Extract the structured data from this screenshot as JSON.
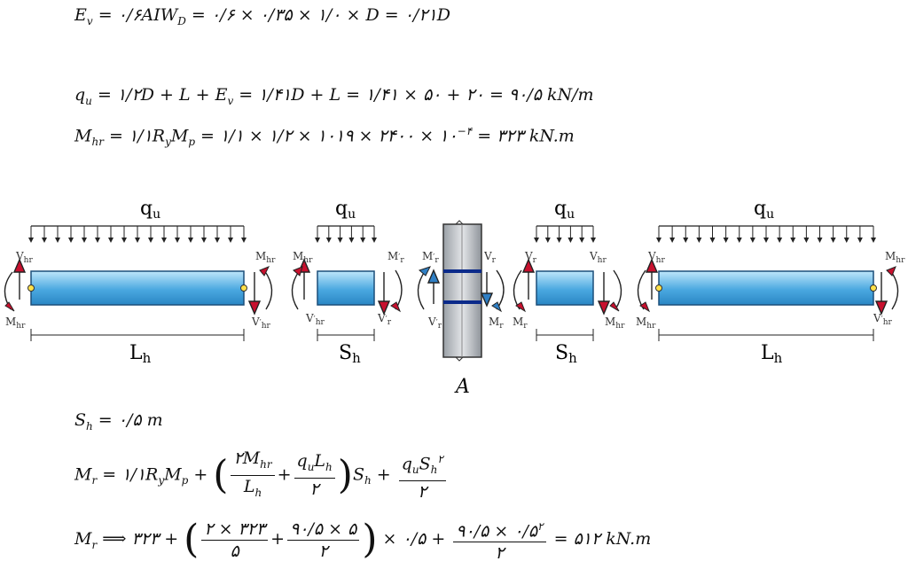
{
  "equations": {
    "ev": {
      "sym": "E",
      "sub": "v",
      "rest": " = ۰/۶AIW",
      "rest_sub": "D",
      "tail": " = ۰/۶ × ۰/۳۵ × ۱/۰ × D = ۰/۲۱D"
    },
    "qu": {
      "sym": "q",
      "sub": "u",
      "tail": " = ۱/۲D + L + E",
      "tail_sub": "v",
      "tail2": " = ۱/۴۱D + L = ۱/۴۱ × ۵۰ + ۲۰ = ۹۰/۵ kN/m"
    },
    "mhr": {
      "sym": "M",
      "sub": "hr",
      "mid": " = ۱/۱R",
      "mid_sub": "y",
      "mid2": "M",
      "mid2_sub": "p",
      "tail": " = ۱/۱ × ۱/۲ × ۱۰۱۹ × ۲۴۰۰ × ۱۰",
      "exp": "−۴",
      "tail2": " = ۳۲۳ kN.m"
    },
    "sh": {
      "sym": "S",
      "sub": "h",
      "tail": " = ۰/۵ m"
    },
    "mr1": {
      "sym": "M",
      "sub": "r",
      "mid": " = ۱/۱R",
      "mid_sub": "y",
      "mid2": "M",
      "mid2_sub": "p",
      "plus": " + ",
      "f1_num": "۲M",
      "f1_num_sub": "hr",
      "f1_den": "L",
      "f1_den_sub": "h",
      "plus2": "+",
      "f2_num": "q",
      "f2_num_sub": "u",
      "f2_num2": "L",
      "f2_num2_sub": "h",
      "f2_den": "۲",
      "after": "S",
      "after_sub": "h",
      "plus3": " + ",
      "f3_num": "q",
      "f3_num_sub": "u",
      "f3_num2": "S",
      "f3_num2_sub": "h",
      "f3_exp": "۲",
      "f3_den": "۲"
    },
    "mr2": {
      "sym": "M",
      "sub": "r",
      "arrow": " ⟹ ۳۲۳ + ",
      "f1_num": "۲ × ۳۲۳",
      "f1_den": "۵",
      "plus": "+",
      "f2_num": "۹۰/۵ × ۵",
      "f2_den": "۲",
      "times": " × ۰/۵ + ",
      "f3_num": "۹۰/۵ × ۰/۵",
      "f3_exp": "۲",
      "f3_den": "۲",
      "tail": " = ۵۱۲ kN.m"
    }
  },
  "diagram": {
    "qu_sym": "q",
    "qu_sub": "u",
    "V": "V",
    "M": "M",
    "hr": "hr",
    "r": "r",
    "prime": "′",
    "L": "L",
    "S": "S",
    "h": "h",
    "column_label": "A",
    "colors": {
      "beam": "#4aa8e0",
      "arrow_red": "#c8102e",
      "arrow_blue": "#2f7fc4",
      "column": "#cfd2d6",
      "plate": "#0b2a8a"
    }
  }
}
